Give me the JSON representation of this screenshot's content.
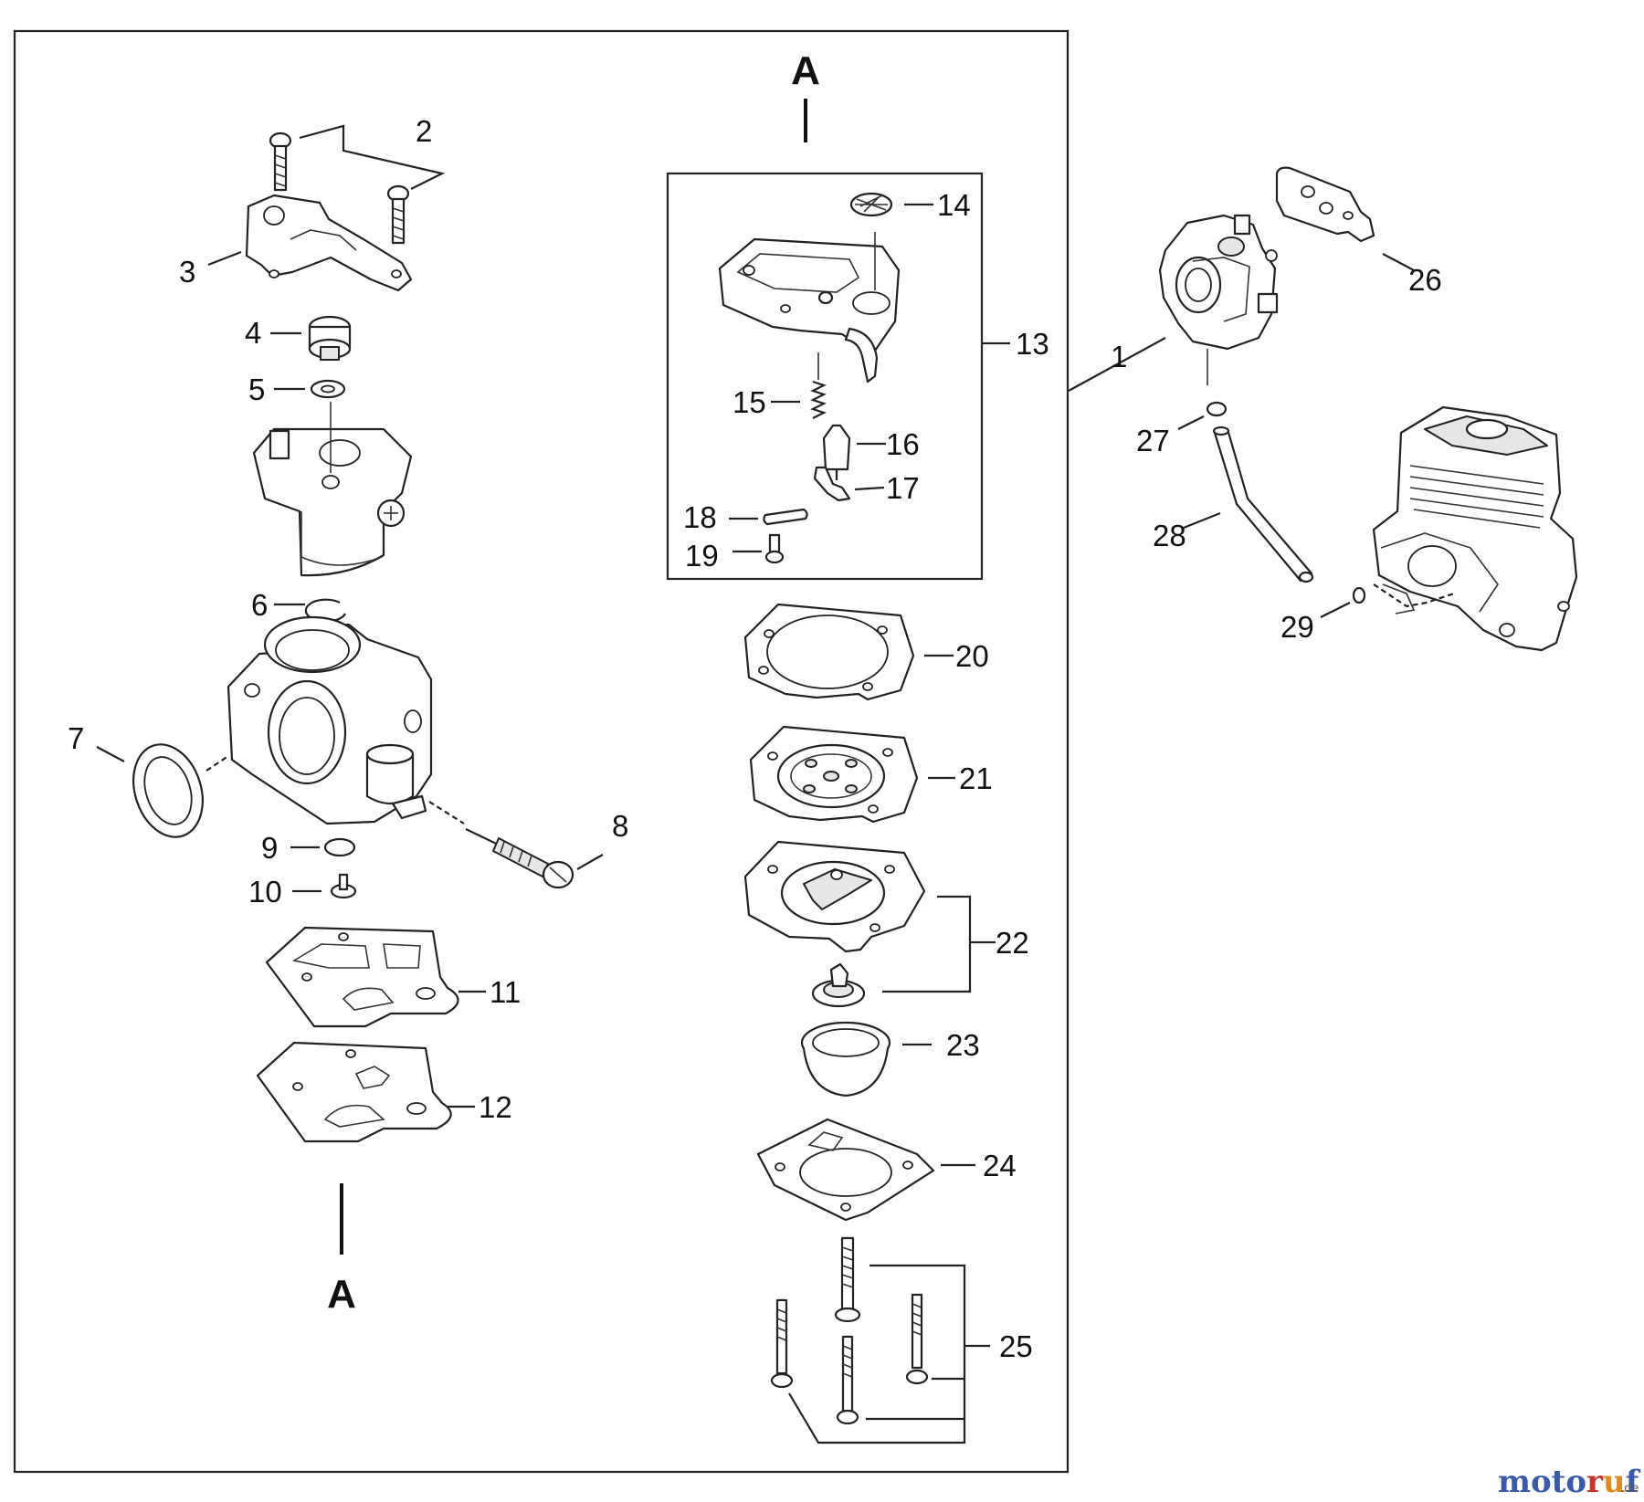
{
  "section_markers": [
    "A",
    "A"
  ],
  "parts": [
    {
      "num": "1"
    },
    {
      "num": "2"
    },
    {
      "num": "3"
    },
    {
      "num": "4"
    },
    {
      "num": "5"
    },
    {
      "num": "6"
    },
    {
      "num": "7"
    },
    {
      "num": "8"
    },
    {
      "num": "9"
    },
    {
      "num": "10"
    },
    {
      "num": "11"
    },
    {
      "num": "12"
    },
    {
      "num": "13"
    },
    {
      "num": "14"
    },
    {
      "num": "15"
    },
    {
      "num": "16"
    },
    {
      "num": "17"
    },
    {
      "num": "18"
    },
    {
      "num": "19"
    },
    {
      "num": "20"
    },
    {
      "num": "21"
    },
    {
      "num": "22"
    },
    {
      "num": "23"
    },
    {
      "num": "24"
    },
    {
      "num": "25"
    },
    {
      "num": "26"
    },
    {
      "num": "27"
    },
    {
      "num": "28"
    },
    {
      "num": "29"
    }
  ],
  "watermark": {
    "name": "motoruf",
    "suffix": ".de"
  },
  "colors": {
    "line": "#222222",
    "background": "#ffffff",
    "watermark_blue": "#3a5aa8",
    "watermark_red": "#c0392b",
    "watermark_orange": "#e08a1e"
  }
}
